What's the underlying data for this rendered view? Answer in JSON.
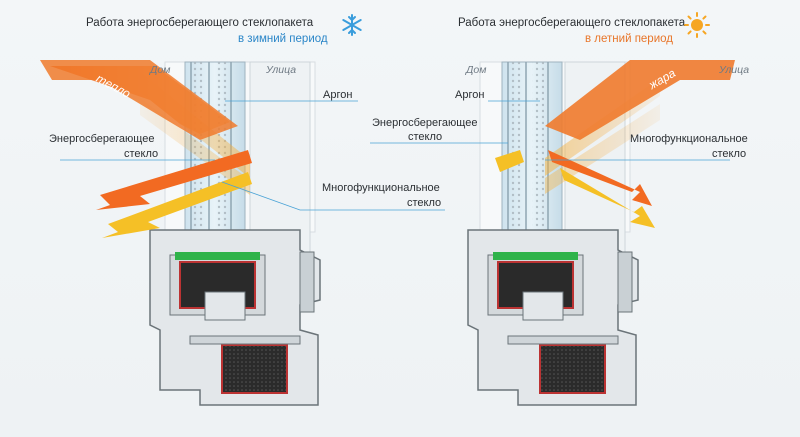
{
  "winter": {
    "title_line1": "Работа энергосберегающего стеклопакета",
    "title_line2": "в зимний период",
    "icon": "snowflake-icon",
    "label_home": "Дом",
    "label_street": "Улица",
    "label_argon": "Аргон",
    "label_energy": [
      "Энергосберегающее",
      "стекло"
    ],
    "label_multi": [
      "Многофункциональное",
      "стекло"
    ],
    "arrow_text": "тепло"
  },
  "summer": {
    "title_line1": "Работа энергосберегающего стеклопакета",
    "title_line2": "в летний период",
    "icon": "sun-icon",
    "label_home": "Дом",
    "label_street": "Улица",
    "label_argon": "Аргон",
    "label_energy": [
      "Энергосберегающее",
      "стекло"
    ],
    "label_multi": [
      "Многофункциональное",
      "стекло"
    ],
    "arrow_text": "жара"
  },
  "colors": {
    "accent_blue": "#2a86c8",
    "accent_orange": "#e8762a",
    "heat_arrow": "#f07a2c",
    "light_arrow": "#f5c026"
  }
}
